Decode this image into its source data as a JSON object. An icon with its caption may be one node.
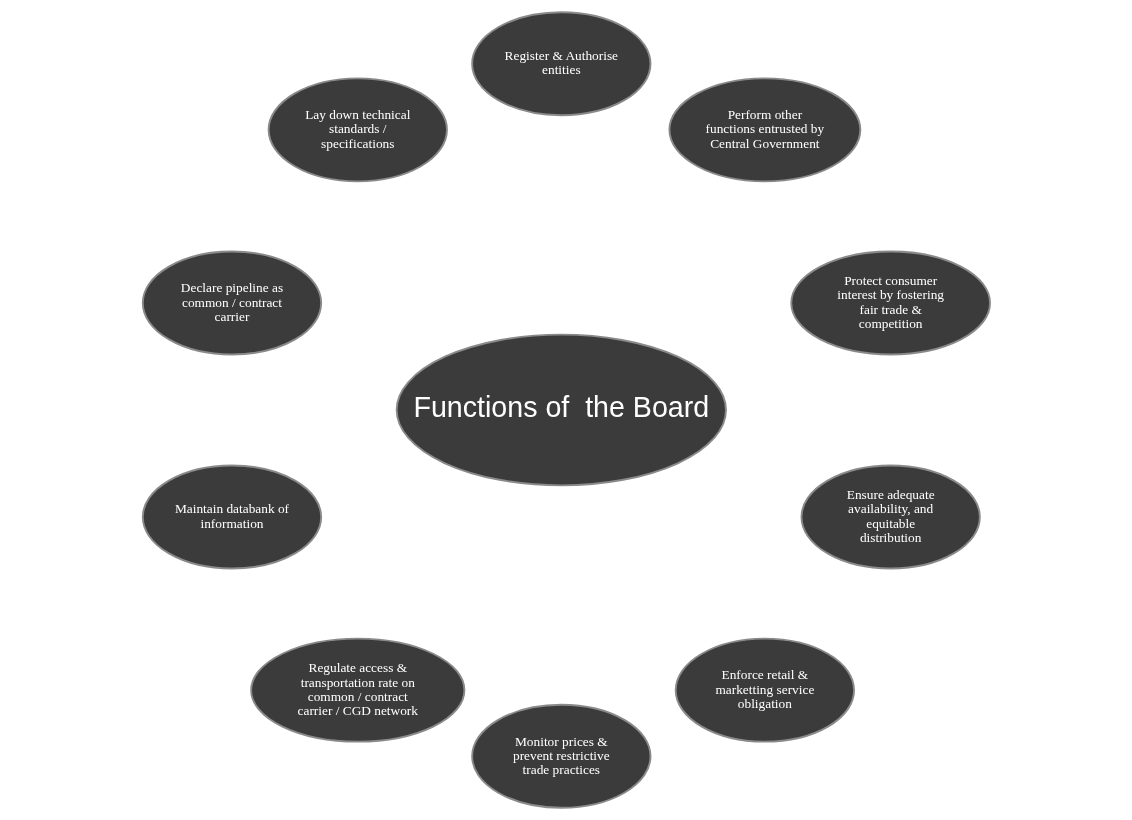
{
  "diagram": {
    "nodes": [
      {
        "text": [
          "Functions of  the Board"
        ]
      },
      {
        "text": [
          "Protect consumer interest by fostering fair trade & competition"
        ]
      },
      {
        "text": [
          "Perform other functions entrusted by Central Government"
        ]
      },
      {
        "text": [
          "Register & Authorise entities"
        ]
      },
      {
        "text": [
          "Lay down technical standards / specifications"
        ]
      },
      {
        "text": [
          "Declare pipeline as common / contract carrier"
        ]
      },
      {
        "text": [
          "Maintain databank of information"
        ]
      },
      {
        "text": [
          "Regulate access & transportation rate on common / contract carrier / CGD network"
        ]
      },
      {
        "text": [
          "Monitor prices & prevent restrictive trade practices"
        ]
      },
      {
        "text": [
          "Enforce retail & marketting service obligation"
        ]
      },
      {
        "text": [
          "Ensure adequate availability, and equitable  distribution"
        ]
      }
    ],
    "edges": []
  }
}
